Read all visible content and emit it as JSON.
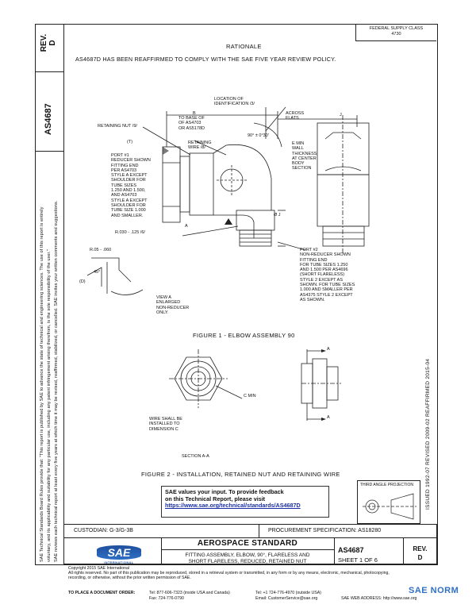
{
  "header": {
    "rev_label": "REV.",
    "rev_value": "D",
    "doc_number": "AS4687",
    "fed_class": "FEDERAL SUPPLY CLASS",
    "fed_code": "4730"
  },
  "rationale": {
    "title": "RATIONALE",
    "text": "AS4687D HAS BEEN REAFFIRMED TO COMPLY WITH THE SAE FIVE YEAR REVIEW POLICY."
  },
  "side_notice": {
    "line1": "SAE Technical Standards Board Rules provide that: \"This report is published by SAE to advance the state of technical and engineering sciences. The use of this report is entirely",
    "line2": "voluntary, and its applicability and suitability for any particular use, including any patent infringement arising therefrom, is the sole responsibility of the user.\"",
    "line3": "SAE reviews each technical report at least every five years at which time it may be revised, reaffirmed, stabilized, or cancelled. SAE invites your written comments and suggestions."
  },
  "history": "ISSUED 1992-07   REVISED 2009-02   REAFFIRMED 2015-04",
  "fig1": {
    "caption": "FIGURE 1 - ELBOW ASSEMBLY 90",
    "labels": {
      "retaining_nut": "RETAINING NUT /9/",
      "b": "B",
      "to_base": "TO BASE OF\nOF AS4703\nOR AS5178D",
      "location": "LOCATION OF\nIDENTIFICATION /3/",
      "across_flats": "ACROSS\nFLATS",
      "j": "J",
      "t_label": "(T)",
      "retaining_wire": "RETAINING\nWIRE /8/",
      "angle": "90° ± 0°30'",
      "e_min": "E MIN\nWALL\nTHICKNESS\nAT CENTER\nBODY\nSECTION",
      "port1": "PORT #1\nREDUCER SHOWN\nFITTING END\nPER AS4703\nSTYLE A EXCEPT\nSHOULDER FOR\nTUBE SIZES\n1.250 AND 1.500,\nAND AS4703\nSTYLE A EXCEPT\nSHOULDER FOR\nTUBE SIZE 1.000\nAND SMALLER.",
      "dia_j": "Ø J",
      "a": "A",
      "dim": "R.030 - .125 /6/",
      "port2": "PORT #2\nNON-REDUCER SHOWN\nFITTING END\nFOR TUBE SIZES 1.250\nAND 1.500 PER AS4696\n(SHORT FLARELESS)\nSTYLE 2 EXCEPT AS\nSHOWN. FOR TUBE SIZES\n1.000 AND SMALLER PER\nAS4375 STYLE 2 EXCEPT\nAS SHOWN.",
      "r05": "R.05 - .060",
      "d": "(D)",
      "deg45": "45°",
      "view_a": "VIEW A\nENLARGED\nNON-REDUCER\nONLY."
    }
  },
  "fig2": {
    "caption": "FIGURE 2 - INSTALLATION, RETAINED NUT AND RETAINING WIRE",
    "c_min": "C MIN",
    "wire_note": "WIRE SHALL BE\nINSTALLED TO\nDIMENSION C",
    "section": "SECTION A-A",
    "a": "A",
    "third_angle": "THIRD ANGLE PROJECTION"
  },
  "feedback": {
    "line1": "SAE values your input. To provide feedback",
    "line2": "on this Technical Report, please visit",
    "url": "https://www.sae.org/technical/standards/AS4687D"
  },
  "custodian": "CUSTODIAN: G-3/G-3B",
  "procurement": "PROCUREMENT SPECIFICATION: AS18280",
  "title_block": {
    "std_title": "AEROSPACE STANDARD",
    "part_title": "FITTING ASSEMBLY, ELBOW, 90°, FLARELESS AND\nSHORT FLARELESS, REDUCED, RETAINED NUT",
    "doc": "AS4687",
    "sheet": "SHEET 1 OF 6",
    "rev_label": "REV.",
    "rev_value": "D"
  },
  "logo": {
    "text": "SAE",
    "sub": "INTERNATIONAL"
  },
  "footer": {
    "copyright": "Copyright 2015 SAE International",
    "rights": "All rights reserved. No part of this publication may be reproduced, stored in a retrieval system or transmitted, in any form or by any means, electronic, mechanical, photocopying,\nrecording, or otherwise, without the prior written permission of SAE.",
    "order": "TO PLACE A DOCUMENT ORDER:",
    "tel": "Tel: 877-606-7323 (inside USA and Canada)",
    "tel2": "Tel: +1 724-776-4970 (outside USA)",
    "fax": "Fax: 724-776-0790",
    "email": "Email: CustomerService@sae.org",
    "web": "SAE WEB ADDRESS: http://www.sae.org"
  },
  "watermark": "SAE NORM"
}
